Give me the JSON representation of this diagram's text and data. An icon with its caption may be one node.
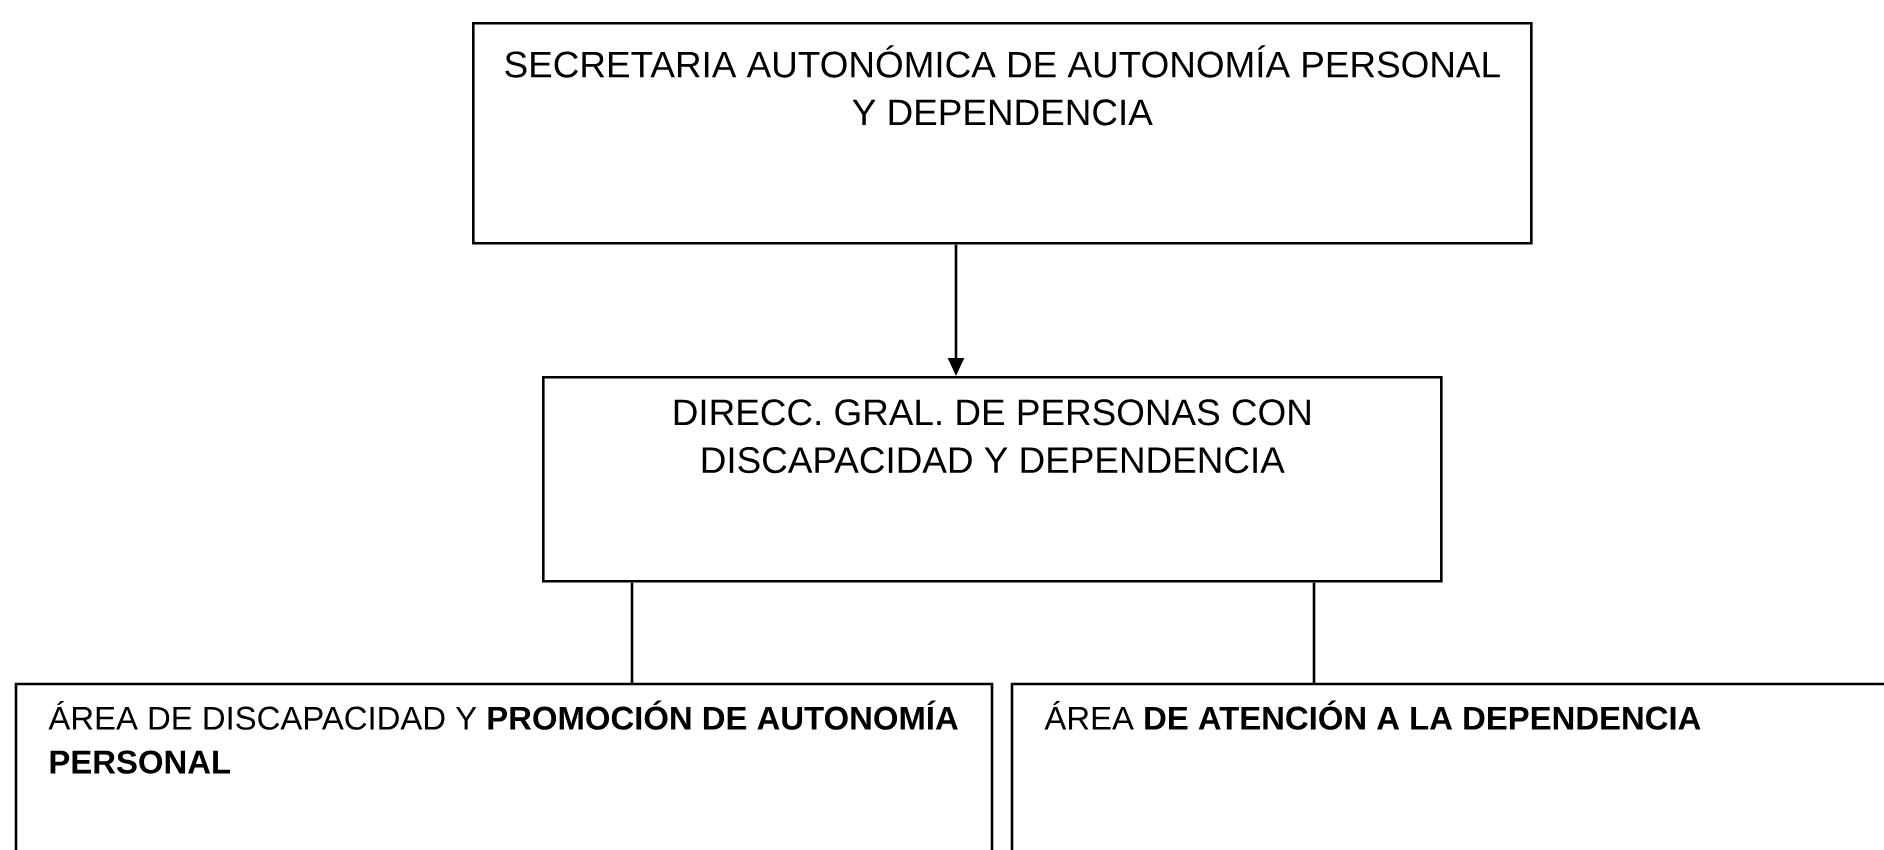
{
  "diagram": {
    "nodes": [
      {
        "text": [
          "SECRETARIA AUTONÓMICA DE AUTONOMÍA PERSONAL Y DEPENDENCIA"
        ]
      },
      {
        "text": [
          "DIRECC. GRAL. DE PERSONAS CON DISCAPACIDAD Y DEPENDENCIA"
        ]
      },
      {
        "text": [
          "ÁREA DE DISCAPACIDAD Y **PROMOCIÓN DE AUTONOMÍA PERSONAL**"
        ]
      },
      {
        "text": [
          "ÁREA **DE ATENCIÓN A LA DEPENDENCIA**"
        ]
      }
    ],
    "edges": [
      {
        "from": 0,
        "to": 1,
        "arrow": "to"
      },
      {
        "from": 1,
        "to": 2,
        "arrow": "none"
      },
      {
        "from": 1,
        "to": 3,
        "arrow": "none"
      }
    ]
  }
}
